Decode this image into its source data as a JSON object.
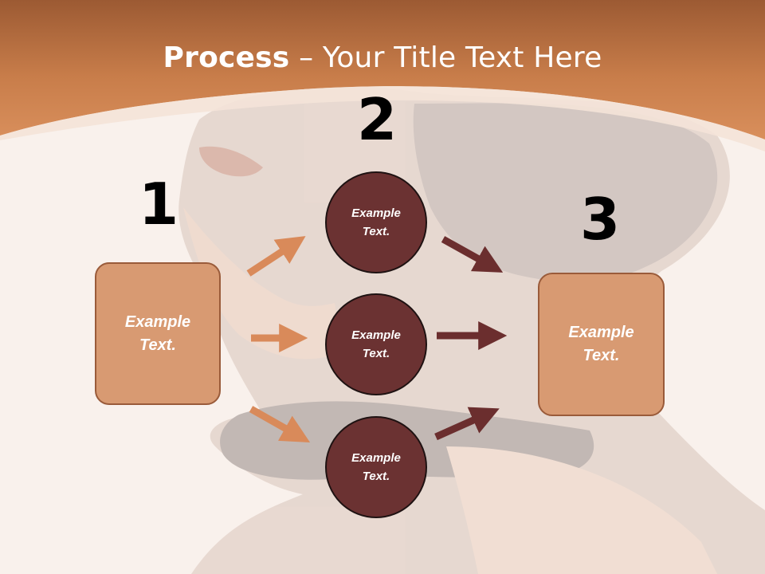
{
  "title": {
    "bold": "Process",
    "separator": " – ",
    "rest": "Your Title Text Here"
  },
  "steps": [
    {
      "number": "1",
      "label": "Example\nText."
    },
    {
      "number": "2",
      "labels": [
        "Example\nText.",
        "Example\nText.",
        "Example\nText."
      ]
    },
    {
      "number": "3",
      "label": "Example\nText."
    }
  ],
  "colors": {
    "header": "#c87d4a",
    "box_fill": "#d89a72",
    "circle_fill": "#6b3232",
    "arrow_light": "#d98a5a",
    "arrow_dark": "#6b2e2e"
  }
}
